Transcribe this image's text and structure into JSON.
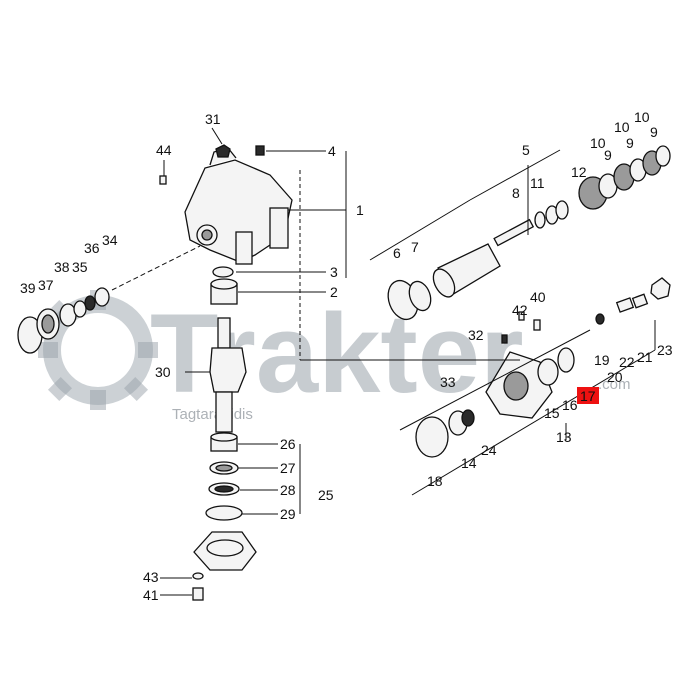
{
  "diagram": {
    "callouts_left": [
      "31",
      "44",
      "4",
      "1",
      "39",
      "37",
      "38",
      "35",
      "36",
      "34",
      "3",
      "2",
      "30",
      "26",
      "27",
      "28",
      "25",
      "29",
      "43",
      "41"
    ],
    "callouts_right": [
      "5",
      "10",
      "10",
      "9",
      "9",
      "9",
      "10",
      "12",
      "11",
      "8",
      "6",
      "7",
      "42",
      "40",
      "32",
      "33",
      "14",
      "24",
      "18",
      "19",
      "22",
      "21",
      "23",
      "20",
      "15",
      "16",
      "13"
    ],
    "highlighted_part": "17"
  },
  "watermark": {
    "brand": "Trakter",
    "sub": "Tagtaranidis",
    "suffix": ".com"
  },
  "colors": {
    "highlight": "#e11111",
    "watermark": "#9aa3ab"
  }
}
